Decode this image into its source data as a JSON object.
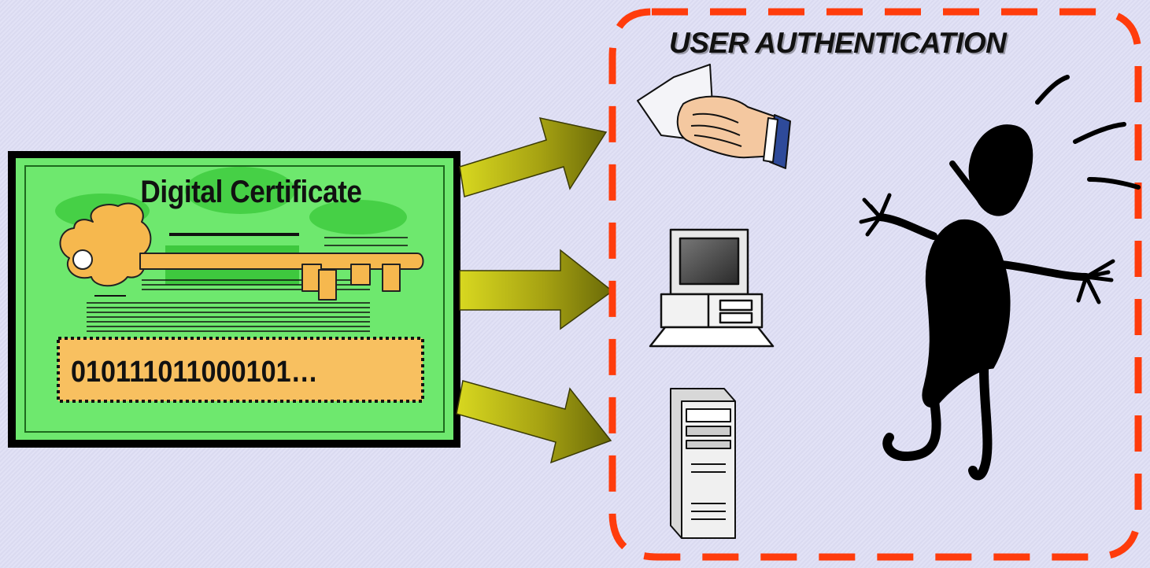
{
  "certificate": {
    "title": "Digital Certificate",
    "code": "010111011000101…"
  },
  "authentication": {
    "title": "USER AUTHENTICATION"
  },
  "icons": [
    "hand-card-icon",
    "desktop-computer-icon",
    "server-tower-icon",
    "person-silhouette-icon",
    "key-icon"
  ],
  "colors": {
    "certificate_green": "#7cf07c",
    "certificate_border": "#000000",
    "code_box": "#f8c060",
    "key_fill": "#f6b84e",
    "arrow_fill": "#a0a018",
    "dashed_boundary": "#ff3300",
    "background": "#dcdcf2"
  }
}
